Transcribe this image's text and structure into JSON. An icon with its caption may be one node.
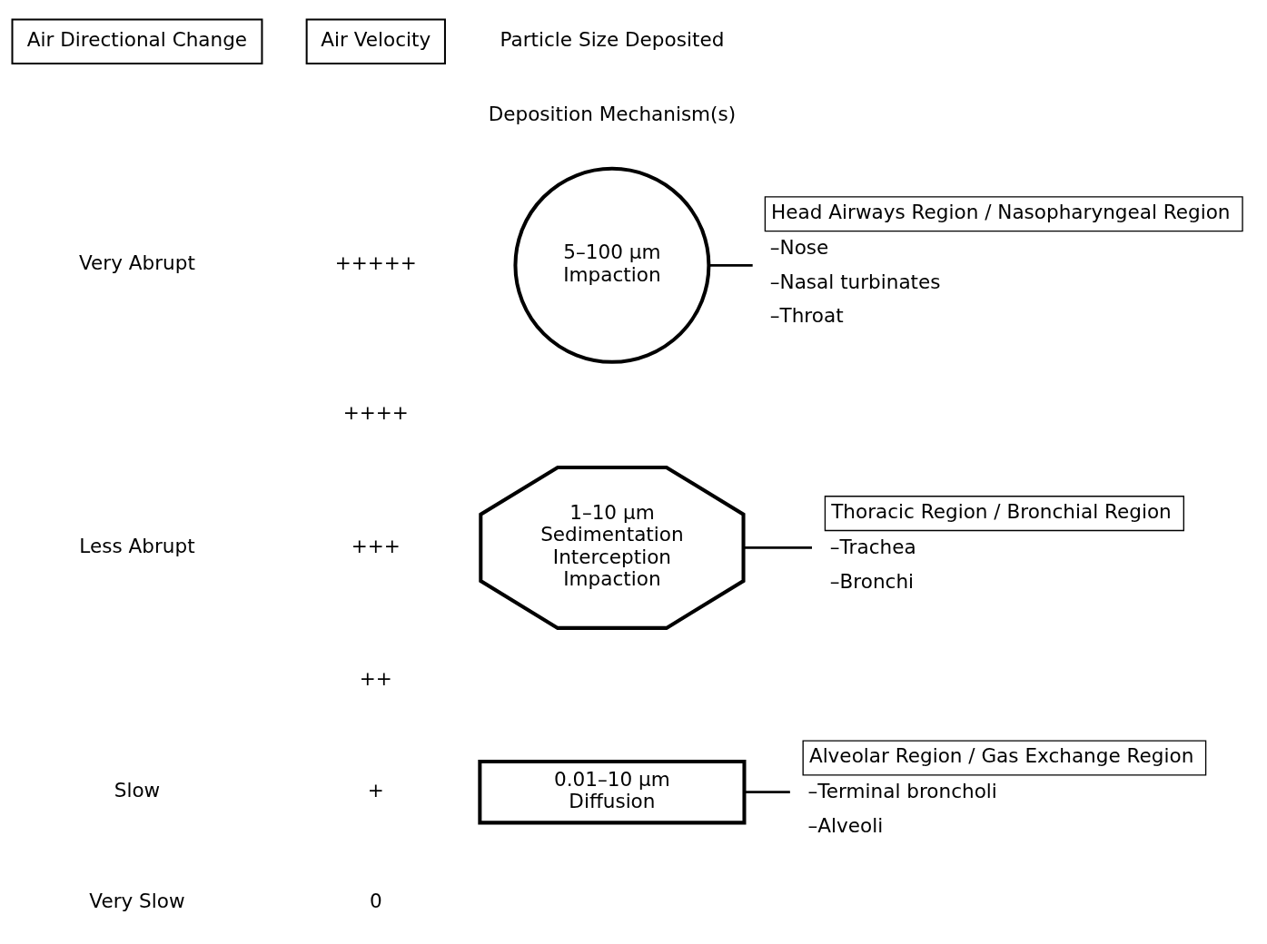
{
  "diagram": {
    "nodes": [
      {
        "text": [
          "Air Directional Change"
        ]
      },
      {
        "text": [
          "Air Velocity"
        ]
      },
      {
        "text": [
          "5–100 µm",
          "Impaction"
        ]
      },
      {
        "text": [
          "1–10 µm",
          "Sedimentation",
          "Interception",
          "Impaction"
        ]
      },
      {
        "text": [
          "0.01–10 µm",
          "Diffusion"
        ]
      },
      {
        "text": [
          "Head Airways Region / Nasopharyngeal Region"
        ],
        "beside": [
          "–Nose",
          "–Nasal turbinates",
          "–Throat"
        ]
      },
      {
        "text": [
          "Thoracic Region / Bronchial Region"
        ],
        "beside": [
          "–Trachea",
          "–Bronchi"
        ]
      },
      {
        "text": [
          "Alveolar Region / Gas Exchange Region"
        ],
        "beside": [
          "–Terminal broncholi",
          "–Alveoli"
        ]
      }
    ],
    "edges": [
      {
        "from": 2,
        "to": 5,
        "arrow": "none"
      },
      {
        "from": 3,
        "to": 6,
        "arrow": "none"
      },
      {
        "from": 4,
        "to": 7,
        "arrow": "none"
      }
    ],
    "labels": [
      "Particle Size Deposited",
      "Deposition Mechanism(s)",
      "Very Abrupt",
      "+++++",
      "++++",
      "Less Abrupt",
      "+++",
      "++",
      "Slow",
      "+",
      "Very Slow",
      "0"
    ]
  }
}
